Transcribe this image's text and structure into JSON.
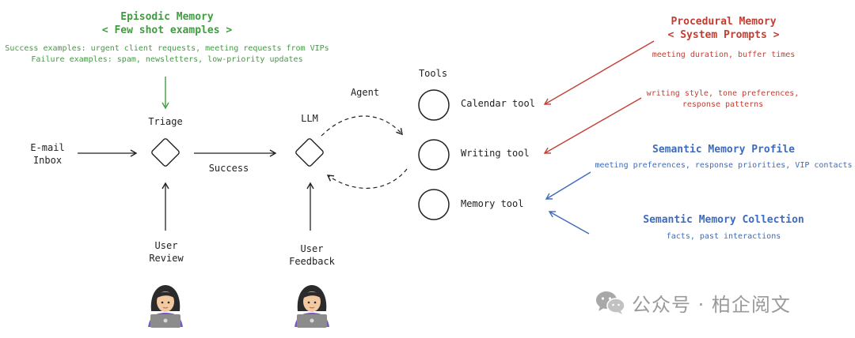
{
  "episodic": {
    "title": "Episodic Memory",
    "subtitle": "< Few shot examples >",
    "success_line": "Success examples: urgent client requests, meeting requests from VIPs",
    "failure_line": "Failure examples: spam, newsletters, low-priority updates"
  },
  "procedural": {
    "title": "Procedural Memory",
    "subtitle": "< System Prompts >",
    "note_calendar": "meeting duration, buffer times",
    "note_writing_1": "writing style, tone preferences,",
    "note_writing_2": "response patterns"
  },
  "semantic_profile": {
    "title": "Semantic Memory Profile",
    "note": "meeting preferences, response priorities, VIP contacts"
  },
  "semantic_collection": {
    "title": "Semantic Memory Collection",
    "note": "facts, past interactions"
  },
  "nodes": {
    "inbox_1": "E-mail",
    "inbox_2": "Inbox",
    "triage": "Triage",
    "success": "Success",
    "llm": "LLM",
    "agent": "Agent",
    "tools": "Tools",
    "review_1": "User",
    "review_2": "Review",
    "feedback_1": "User",
    "feedback_2": "Feedback"
  },
  "tools": {
    "calendar": "Calendar tool",
    "writing": "Writing tool",
    "memory": "Memory tool"
  },
  "watermark": {
    "text": "公众号 · 柏企阅文",
    "icon": "wechat-icon"
  },
  "colors": {
    "episodic": "#3f9d3f",
    "procedural": "#c43d32",
    "semantic": "#3d6bbd",
    "ink": "#222222"
  }
}
